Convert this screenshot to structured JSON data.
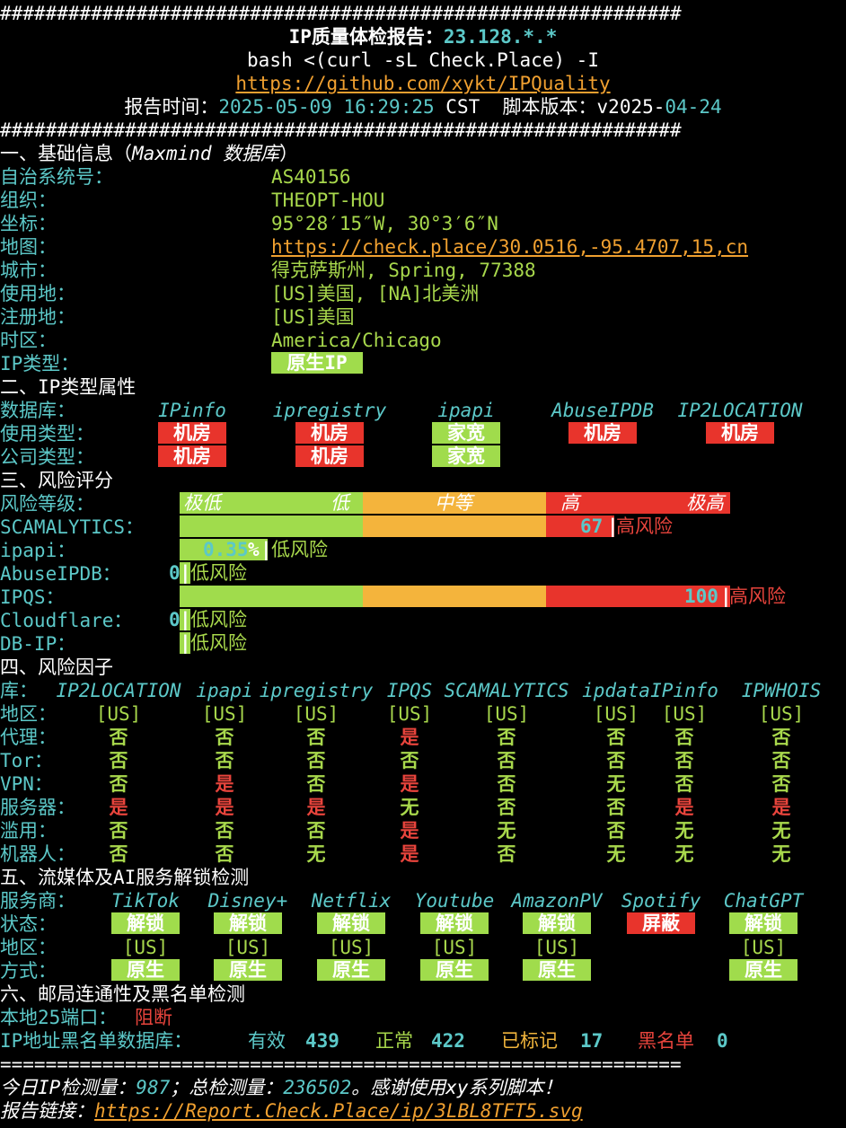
{
  "header": {
    "hash_line": "############################################################",
    "title_label": "IP质量体检报告：",
    "title_ip": "23.128.*.*",
    "command": "bash <(curl -sL Check.Place) -I",
    "repo_link": "https://github.com/xykt/IPQuality",
    "time_label": "报告时间：",
    "time_date": "2025-05-09",
    "time_clock": "16:29:25",
    "time_tz": "CST",
    "version_label": "脚本版本：",
    "version_prefix": "v2025-",
    "version_suffix": "04-24"
  },
  "basic": {
    "heading": "一、基础信息（",
    "heading_db": "Maxmind 数据库",
    "heading_end": "）",
    "labels": [
      "自治系统号：",
      "组织：",
      "坐标：",
      "地图：",
      "城市：",
      "使用地：",
      "注册地：",
      "时区：",
      "IP类型："
    ],
    "asn": "AS40156",
    "org": "THEOPT-HOU",
    "coords": "95°28′15″W, 30°3′6″N",
    "map_link": "https://check.place/30.0516,-95.4707,15,cn",
    "city": "得克萨斯州, Spring, 77388",
    "usage_location": "[US]美国, [NA]北美洲",
    "registered": "[US]美国",
    "timezone": "America/Chicago",
    "ip_type": "原生IP"
  },
  "ip_type_attr": {
    "heading": "二、IP类型属性",
    "db_label": "数据库：",
    "use_label": "使用类型：",
    "company_label": "公司类型：",
    "dbs": [
      "IPinfo",
      "ipregistry",
      "ipapi",
      "AbuseIPDB",
      "IP2LOCATION"
    ],
    "use_types": [
      "机房",
      "机房",
      "家宽",
      "机房",
      "机房"
    ],
    "company_types": [
      "机房",
      "机房",
      "家宽",
      "",
      ""
    ],
    "use_colors": [
      "#e8342c",
      "#e8342c",
      "#a0dc4c",
      "#e8342c",
      "#e8342c"
    ],
    "company_colors": [
      "#e8342c",
      "#e8342c",
      "#a0dc4c",
      "",
      ""
    ]
  },
  "risk_score": {
    "heading": "三、风险评分",
    "level_label": "风险等级：",
    "levels": [
      "极低",
      "低",
      "中等",
      "高",
      "极高"
    ],
    "scamalytics_label": "SCAMALYTICS：",
    "scamalytics_value": "67",
    "scamalytics_text": "高风险",
    "ipapi_label": "ipapi：",
    "ipapi_value": "0.35",
    "ipapi_pct": "%",
    "ipapi_text": "低风险",
    "abuseipdb_label": "AbuseIPDB：",
    "abuseipdb_value": "0",
    "abuseipdb_text": "低风险",
    "ipqs_label": "IPQS：",
    "ipqs_value": "100",
    "ipqs_text": "高风险",
    "cloudflare_label": "Cloudflare：",
    "cloudflare_value": "0",
    "cloudflare_text": "低风险",
    "dbip_label": "DB-IP：",
    "dbip_text": "低风险"
  },
  "risk_factors": {
    "heading": "四、风险因子",
    "lib_label": "库：",
    "dbs": [
      "IP2LOCATION",
      "ipapi",
      "ipregistry",
      "IPQS",
      "SCAMALYTICS",
      "ipdata",
      "IPinfo",
      "IPWHOIS"
    ],
    "row_labels": [
      "地区：",
      "代理：",
      "Tor：",
      "VPN：",
      "服务器：",
      "滥用：",
      "机器人："
    ],
    "rows": [
      [
        "[US]",
        "[US]",
        "[US]",
        "[US]",
        "[US]",
        "[US]",
        "[US]",
        "[US]"
      ],
      [
        "否",
        "否",
        "否",
        "是",
        "否",
        "否",
        "否",
        "否"
      ],
      [
        "否",
        "否",
        "否",
        "否",
        "否",
        "否",
        "否",
        "否"
      ],
      [
        "否",
        "是",
        "否",
        "是",
        "否",
        "无",
        "否",
        "否"
      ],
      [
        "是",
        "是",
        "是",
        "无",
        "否",
        "否",
        "是",
        "是"
      ],
      [
        "否",
        "否",
        "否",
        "是",
        "无",
        "否",
        "无",
        "无"
      ],
      [
        "否",
        "否",
        "无",
        "是",
        "否",
        "无",
        "无",
        "无"
      ]
    ]
  },
  "unlock": {
    "heading": "五、流媒体及AI服务解锁检测",
    "provider_label": "服务商：",
    "status_label": "状态：",
    "region_label": "地区：",
    "method_label": "方式：",
    "services": [
      "TikTok",
      "Disney+",
      "Netflix",
      "Youtube",
      "AmazonPV",
      "Spotify",
      "ChatGPT"
    ],
    "status": [
      "解锁",
      "解锁",
      "解锁",
      "解锁",
      "解锁",
      "屏蔽",
      "解锁"
    ],
    "status_colors": [
      "#a0dc4c",
      "#a0dc4c",
      "#a0dc4c",
      "#a0dc4c",
      "#a0dc4c",
      "#e8342c",
      "#a0dc4c"
    ],
    "region": [
      "[US]",
      "[US]",
      "[US]",
      "[US]",
      "[US]",
      "",
      "[US]"
    ],
    "method": [
      "原生",
      "原生",
      "原生",
      "原生",
      "原生",
      "",
      "原生"
    ]
  },
  "mail": {
    "heading": "六、邮局连通性及黑名单检测",
    "port_label": "本地25端口：",
    "port_status": "阻断",
    "blacklist_label": "IP地址黑名单数据库：",
    "valid_label": "有效",
    "valid_value": "439",
    "normal_label": "正常",
    "normal_value": "422",
    "marked_label": "已标记",
    "marked_value": "17",
    "black_label": "黑名单",
    "black_value": "0"
  },
  "footer": {
    "eq_line": "============================================================",
    "today_label": "今日IP检测量：",
    "today_value": "987",
    "total_label": "；总检测量：",
    "total_value": "236502",
    "thanks": "。感谢使用xy系列脚本！",
    "report_label": "报告链接：",
    "report_link": "https://Report.Check.Place/ip/3LBL8TFT5.svg"
  }
}
